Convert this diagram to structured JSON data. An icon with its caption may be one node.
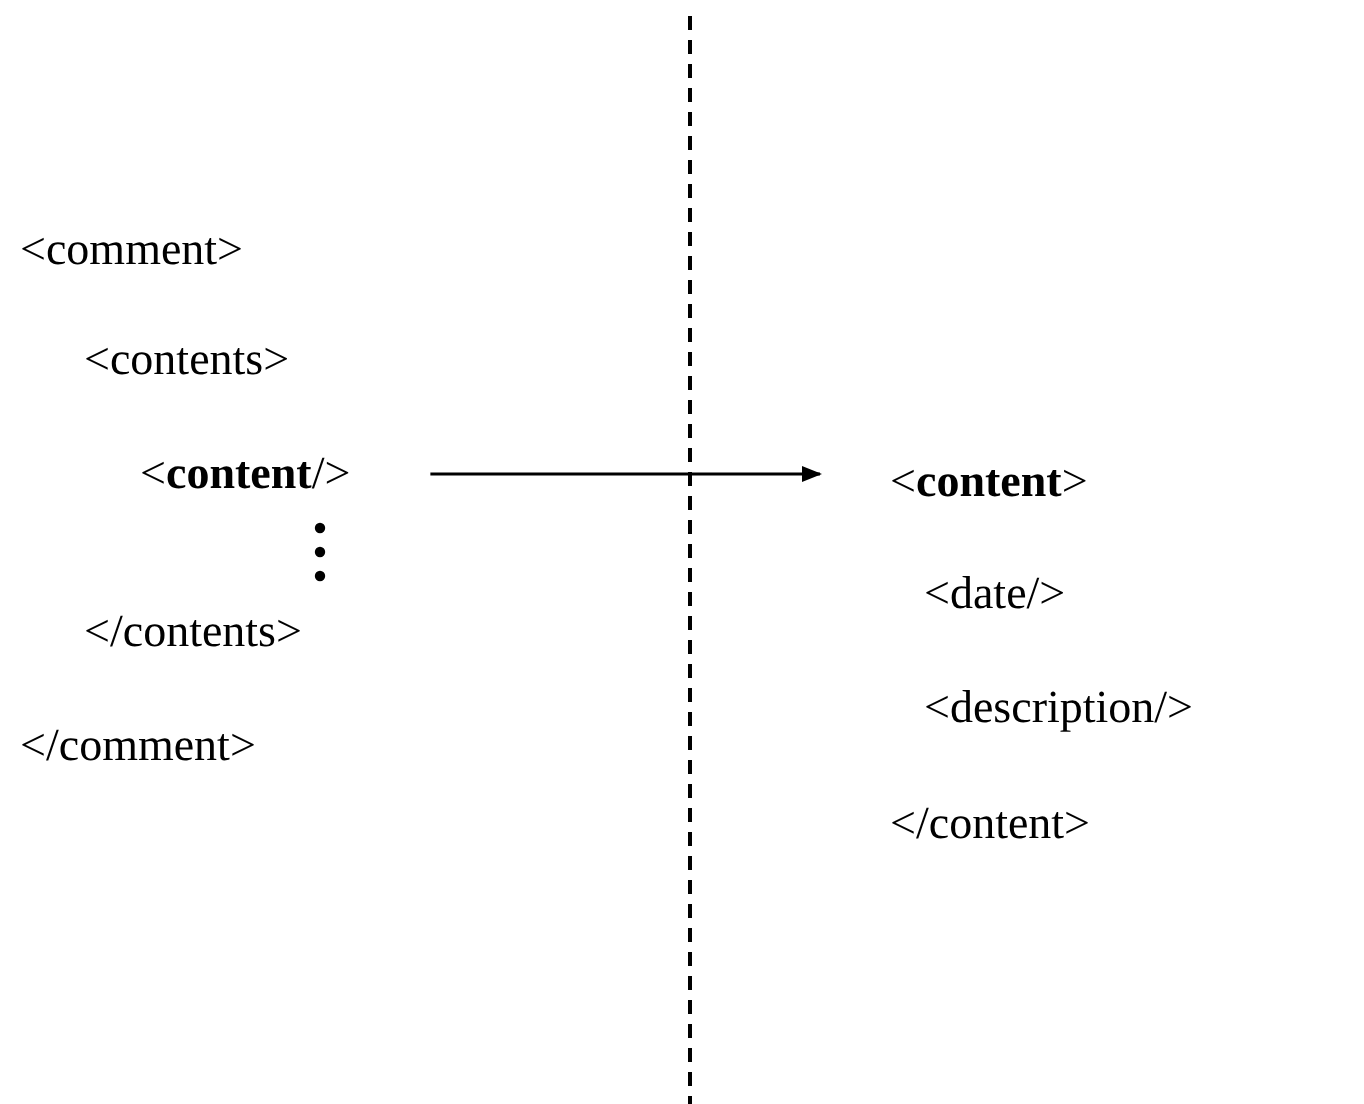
{
  "diagram": {
    "nodes": [
      {
        "text": [
          "<**content**/>"
        ]
      },
      {
        "text": [
          "<**content**>"
        ]
      }
    ],
    "edges": [
      {
        "from": 0,
        "to": 1,
        "arrow": "to"
      }
    ],
    "labels": [
      "<comment>",
      "<contents>",
      "</contents>",
      "</comment>",
      "<date/>",
      "<description/>",
      "</content>"
    ]
  }
}
